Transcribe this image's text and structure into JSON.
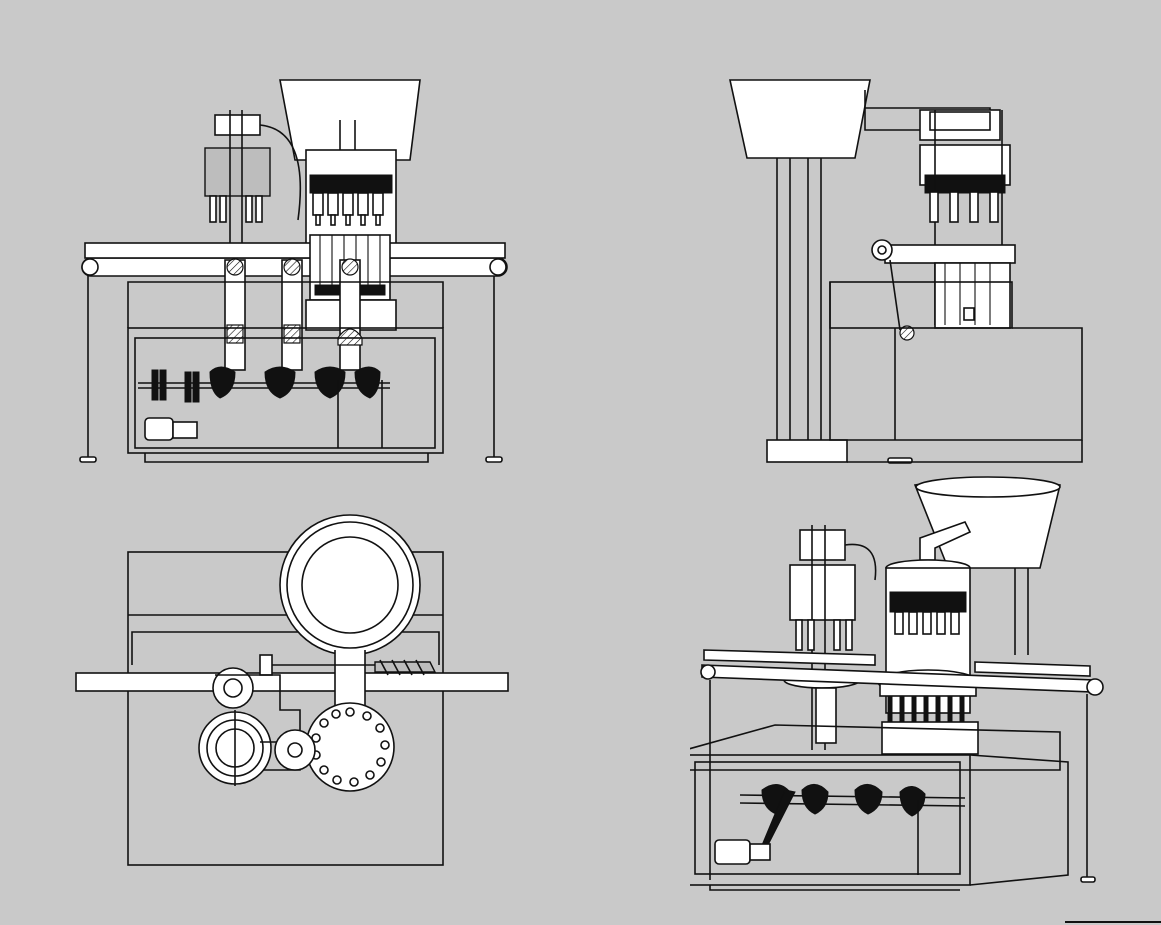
{
  "background": "#c9c9c9",
  "line_color": "#111111",
  "views": [
    {
      "id": "front-view"
    },
    {
      "id": "side-view"
    },
    {
      "id": "top-view"
    },
    {
      "id": "isometric-view"
    }
  ]
}
